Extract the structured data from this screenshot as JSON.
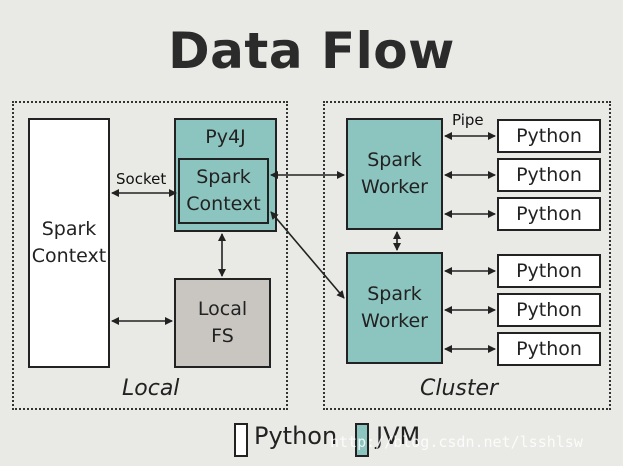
{
  "title": "Data Flow",
  "groups": {
    "local": "Local",
    "cluster": "Cluster"
  },
  "nodes": {
    "driver_spark_context": "Spark\nContext",
    "py4j": "Py4J",
    "jvm_spark_context": "Spark\nContext",
    "local_fs": "Local\nFS",
    "worker_top": "Spark\nWorker",
    "worker_bottom": "Spark\nWorker",
    "python_worker": "Python"
  },
  "edge_labels": {
    "socket": "Socket",
    "pipe": "Pipe"
  },
  "legend": [
    {
      "label": "Python",
      "color": "#ffffff"
    },
    {
      "label": "JVM",
      "color": "#8cc5bf"
    }
  ],
  "watermark": "http://blog.csdn.net/lsshlsw",
  "colors": {
    "python_fill": "#ffffff",
    "jvm_fill": "#8cc5bf",
    "fs_fill": "#c9c6c2",
    "background": "#e9e9e5"
  }
}
